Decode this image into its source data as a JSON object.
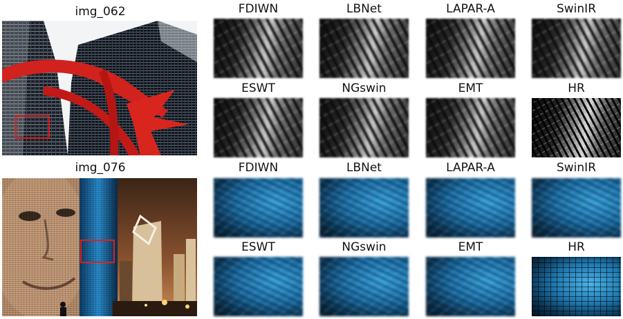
{
  "rows": [
    {
      "image_label": "img_062",
      "top_methods": [
        "FDIWN",
        "LBNet",
        "LAPAR-A",
        "SwinIR"
      ],
      "bottom_methods": [
        "ESWT",
        "NGswin",
        "EMT",
        "HR"
      ]
    },
    {
      "image_label": "img_076",
      "top_methods": [
        "FDIWN",
        "LBNet",
        "LAPAR-A",
        "SwinIR"
      ],
      "bottom_methods": [
        "ESWT",
        "NGswin",
        "EMT",
        "HR"
      ]
    }
  ],
  "colors": {
    "highlight_box": "#e11d1d",
    "sculpture_red": "#d2221e",
    "led_blue": "#2a8fd0"
  }
}
